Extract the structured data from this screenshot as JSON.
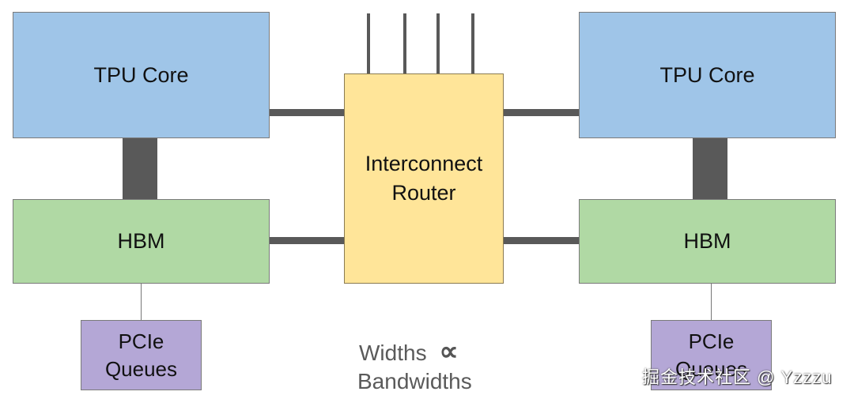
{
  "diagram": {
    "left": {
      "core_label": "TPU Core",
      "hbm_label": "HBM",
      "pcie_label_line1": "PCIe",
      "pcie_label_line2": "Queues"
    },
    "right": {
      "core_label": "TPU Core",
      "hbm_label": "HBM",
      "pcie_label_line1": "PCIe",
      "pcie_label_line2": "Queues"
    },
    "router": {
      "label_line1": "Interconnect",
      "label_line2": "Router",
      "external_links": 4
    },
    "legend": {
      "line1": "Widths",
      "symbol": "∝",
      "line2": "Bandwidths"
    },
    "colors": {
      "core": "#9fc5e8",
      "hbm": "#b0d9a4",
      "pcie": "#b4a7d6",
      "router": "#ffe599",
      "link": "#595959"
    }
  },
  "watermark": "掘金技术社区 @ Yzzzu"
}
